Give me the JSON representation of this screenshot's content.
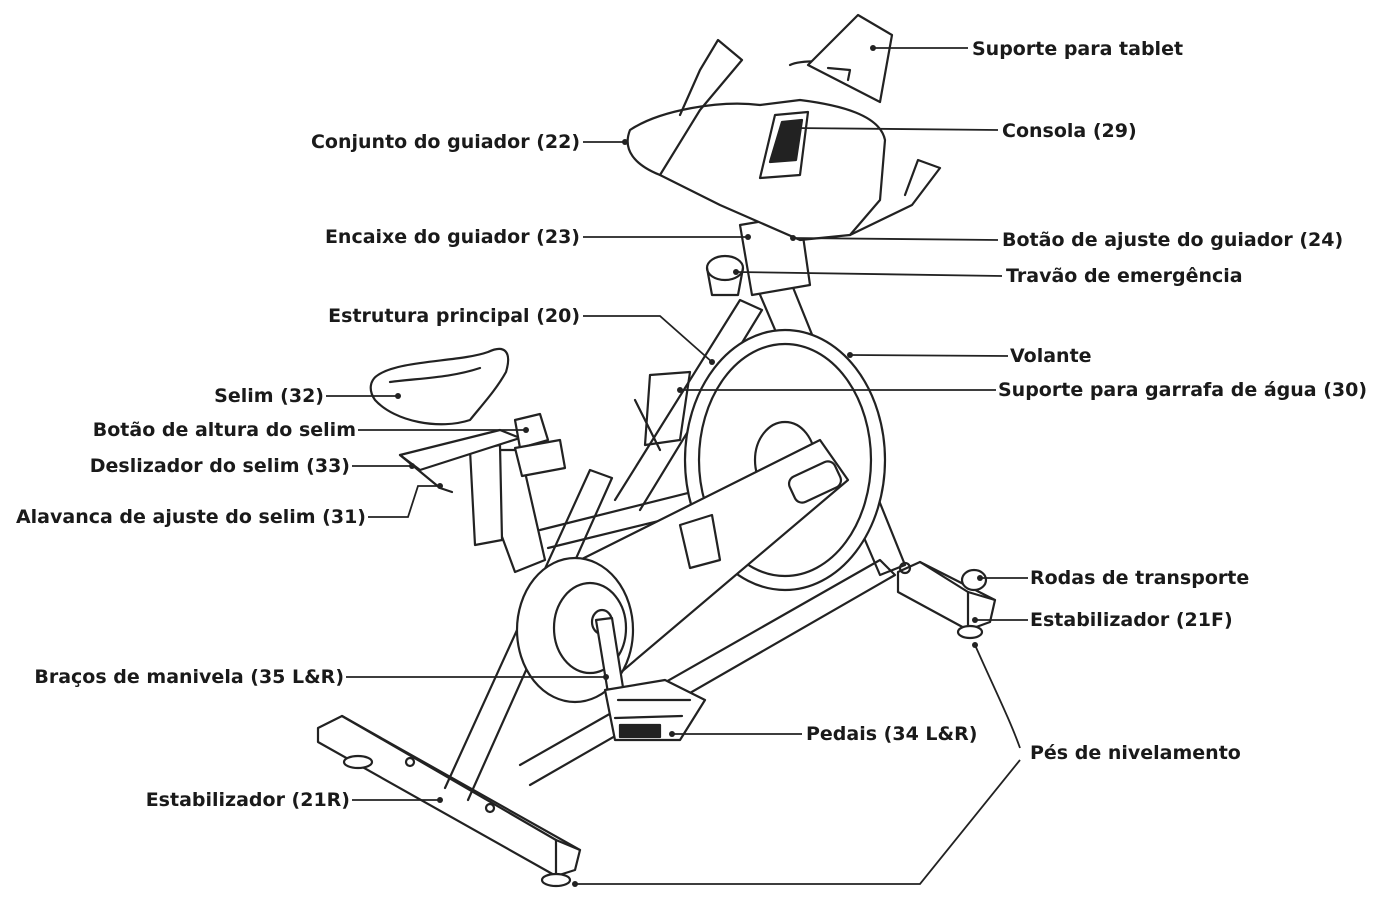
{
  "labels": {
    "tablet_holder": "Suporte para tablet",
    "console": "Consola (29)",
    "handlebar_assembly": "Conjunto do guiador (22)",
    "handlebar_post": "Encaixe do guiador (23)",
    "handlebar_knob": "Botão de ajuste do guiador (24)",
    "emergency_brake": "Travão de emergência",
    "main_frame": "Estrutura principal (20)",
    "flywheel": "Volante",
    "bottle_holder": "Suporte para garrafa de água (30)",
    "seat": "Selim (32)",
    "seat_height_knob": "Botão de altura do selim",
    "seat_slider": "Deslizador do selim (33)",
    "seat_lever": "Alavanca de ajuste do selim (31)",
    "wheels": "Rodas de transporte",
    "front_stabilizer": "Estabilizador (21F)",
    "crank_arms": "Braços de manivela (35 L&R)",
    "pedals": "Pedais (34 L&R)",
    "leveling_feet": "Pés de nivelamento",
    "rear_stabilizer": "Estabilizador (21R)"
  },
  "colors": {
    "ink": "#1a1a1a",
    "line": "#222222"
  }
}
